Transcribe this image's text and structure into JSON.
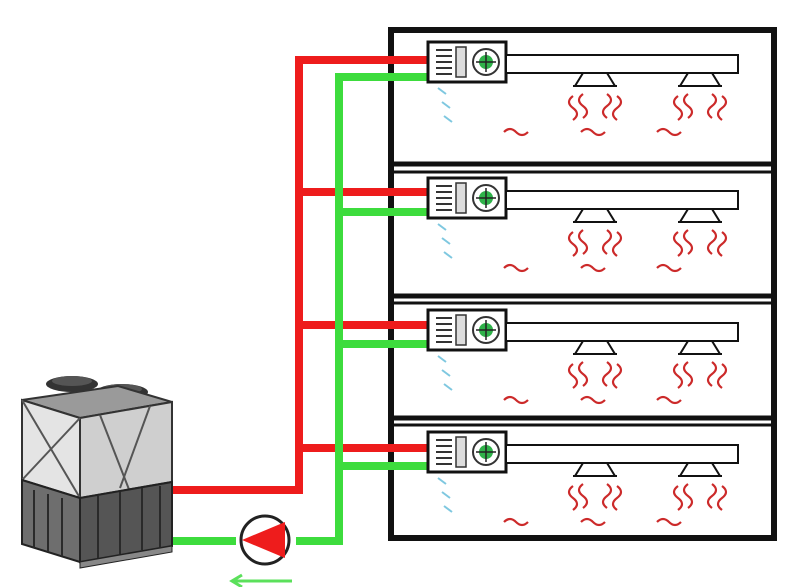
{
  "colors": {
    "supply_pipe": "#ee1c1c",
    "return_pipe": "#3ddc3d",
    "frame": "#111111",
    "heat_wave": "#cc2a2a",
    "condensate": "#7fc8e0",
    "pump": "#ee1c1c",
    "chiller_body": "#d4d4d4",
    "fan_coil_fan": "#2fb24a"
  },
  "icons": {
    "outdoor_unit": "air-cooled-heat-pump-chiller-icon",
    "pump": "circulation-pump-icon",
    "indoor_unit": "ducted-fan-coil-icon",
    "diffuser": "ceiling-air-diffuser-icon",
    "heat": "warm-air-wave-icon",
    "flow": "flow-direction-arrow-icon"
  },
  "floors": [
    {
      "id": "floor-1",
      "diffusers": 2
    },
    {
      "id": "floor-2",
      "diffusers": 2
    },
    {
      "id": "floor-3",
      "diffusers": 2
    },
    {
      "id": "floor-4",
      "diffusers": 2
    }
  ]
}
